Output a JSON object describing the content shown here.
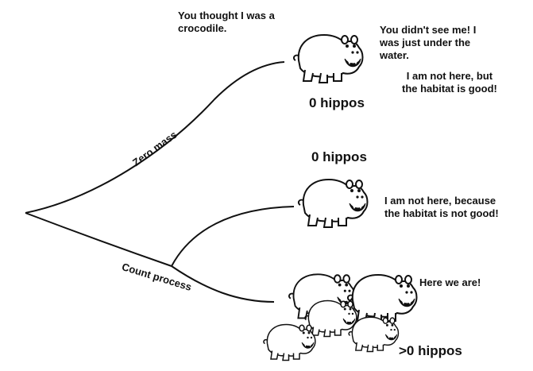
{
  "branches": {
    "zero_mass": "Zero mass",
    "count_process": "Count process"
  },
  "annotations": {
    "crocodile": "You thought I was a\n crocodile.",
    "under_water": "You didn't see me! I\nwas just under the\nwater.",
    "habitat_good": "I am not here, but\nthe habitat is good!",
    "habitat_bad": "I am not here, because\nthe habitat is not good!",
    "here_we_are": "Here we are!"
  },
  "outcomes": {
    "zero_top": "0 hippos",
    "zero_middle": "0 hippos",
    "positive": ">0 hippos"
  },
  "icons": {
    "hippo": "hippo-icon"
  },
  "colors": {
    "ink": "#111111",
    "background": "#ffffff"
  }
}
